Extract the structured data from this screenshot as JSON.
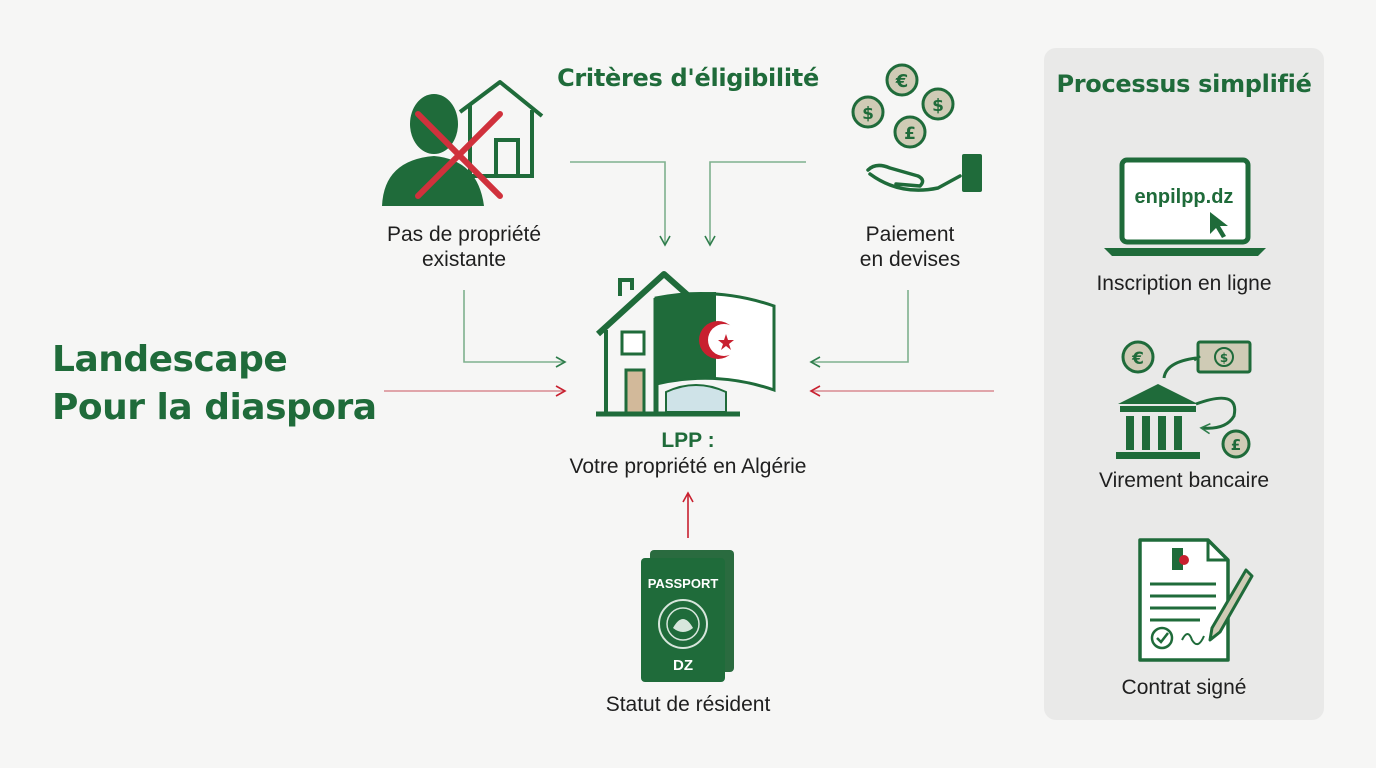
{
  "title": {
    "line1": "Landescape",
    "line2": "Pour la diaspora"
  },
  "criteria": {
    "title": "Critères d'éligibilité",
    "no_property": {
      "line1": "Pas de propriété",
      "line2": "existante"
    },
    "payment": {
      "line1": "Paiement",
      "line2": "en devises"
    },
    "resident": "Statut de résident"
  },
  "center": {
    "heading": "LPP :",
    "subtitle": "Votre propriété en Algérie"
  },
  "passport": {
    "title": "PASSPORT",
    "code": "DZ"
  },
  "process": {
    "title": "Processus simplifié",
    "step1": {
      "label": "Inscription en ligne",
      "url": "enpilpp.dz"
    },
    "step2": {
      "label": "Virement bancaire"
    },
    "step3": {
      "label": "Contrat signé"
    }
  },
  "icons": {
    "no_property": "person-house-crossed-icon",
    "payment": "coins-hand-icon",
    "center": "house-algeria-flag-icon",
    "passport": "passport-icon",
    "laptop": "laptop-icon",
    "bank": "bank-transfer-icon",
    "contract": "signed-contract-icon"
  },
  "colors": {
    "green": "#1f6b3a",
    "red": "#c8202f",
    "panel": "#e9e9e8",
    "background": "#f6f6f5"
  }
}
